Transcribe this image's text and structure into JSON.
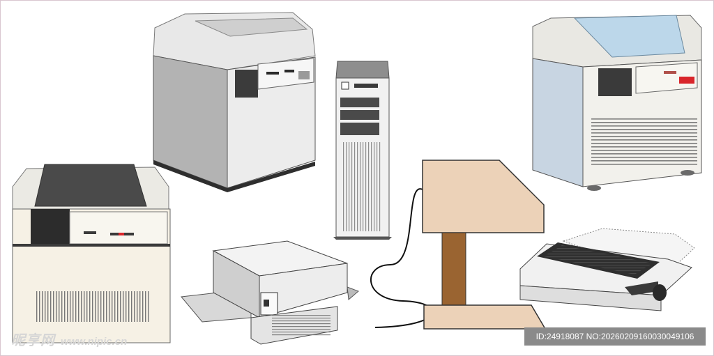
{
  "watermark": {
    "logo": "昵享网",
    "url": "www.nipic.cn",
    "id_text": "ID:24918087 NO:20260209160030049106"
  },
  "colors": {
    "light_gray": "#e6e6e6",
    "mid_gray": "#b9b9b9",
    "dark": "#3a3a3a",
    "cream": "#f6f2ea",
    "pale_blue": "#c9d6e3",
    "tan": "#ecd2b8",
    "brown": "#9a6431",
    "accent_red": "#d9262b"
  },
  "items": [
    "gray-cabinet-computer",
    "tower-computer",
    "blue-cabinet-computer",
    "cream-cabinet-computer",
    "laser-printer",
    "terminal-stand",
    "dot-matrix-printer"
  ]
}
